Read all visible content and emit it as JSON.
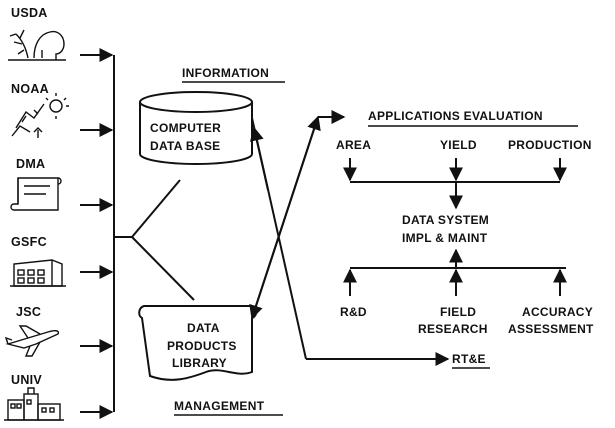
{
  "sources": [
    "USDA",
    "NOAA",
    "DMA",
    "GSFC",
    "JSC",
    "UNIV"
  ],
  "information_heading": "INFORMATION",
  "management_heading": "MANAGEMENT",
  "database_label": [
    "COMPUTER",
    "DATA BASE"
  ],
  "library_label": [
    "DATA",
    "PRODUCTS",
    "LIBRARY"
  ],
  "applications_heading": "APPLICATIONS EVALUATION",
  "applications_items": [
    "AREA",
    "YIELD",
    "PRODUCTION"
  ],
  "data_system_label": [
    "DATA SYSTEM",
    "IMPL & MAINT"
  ],
  "research_items": {
    "rd": "R&D",
    "field": [
      "FIELD",
      "RESEARCH"
    ],
    "accuracy": [
      "ACCURACY",
      "ASSESSMENT"
    ]
  },
  "rte_label": "RT&E",
  "icons": [
    "tree-animal-icon",
    "weather-satellite-icon",
    "map-scroll-icon",
    "building-icon",
    "airplane-icon",
    "campus-buildings-icon"
  ]
}
